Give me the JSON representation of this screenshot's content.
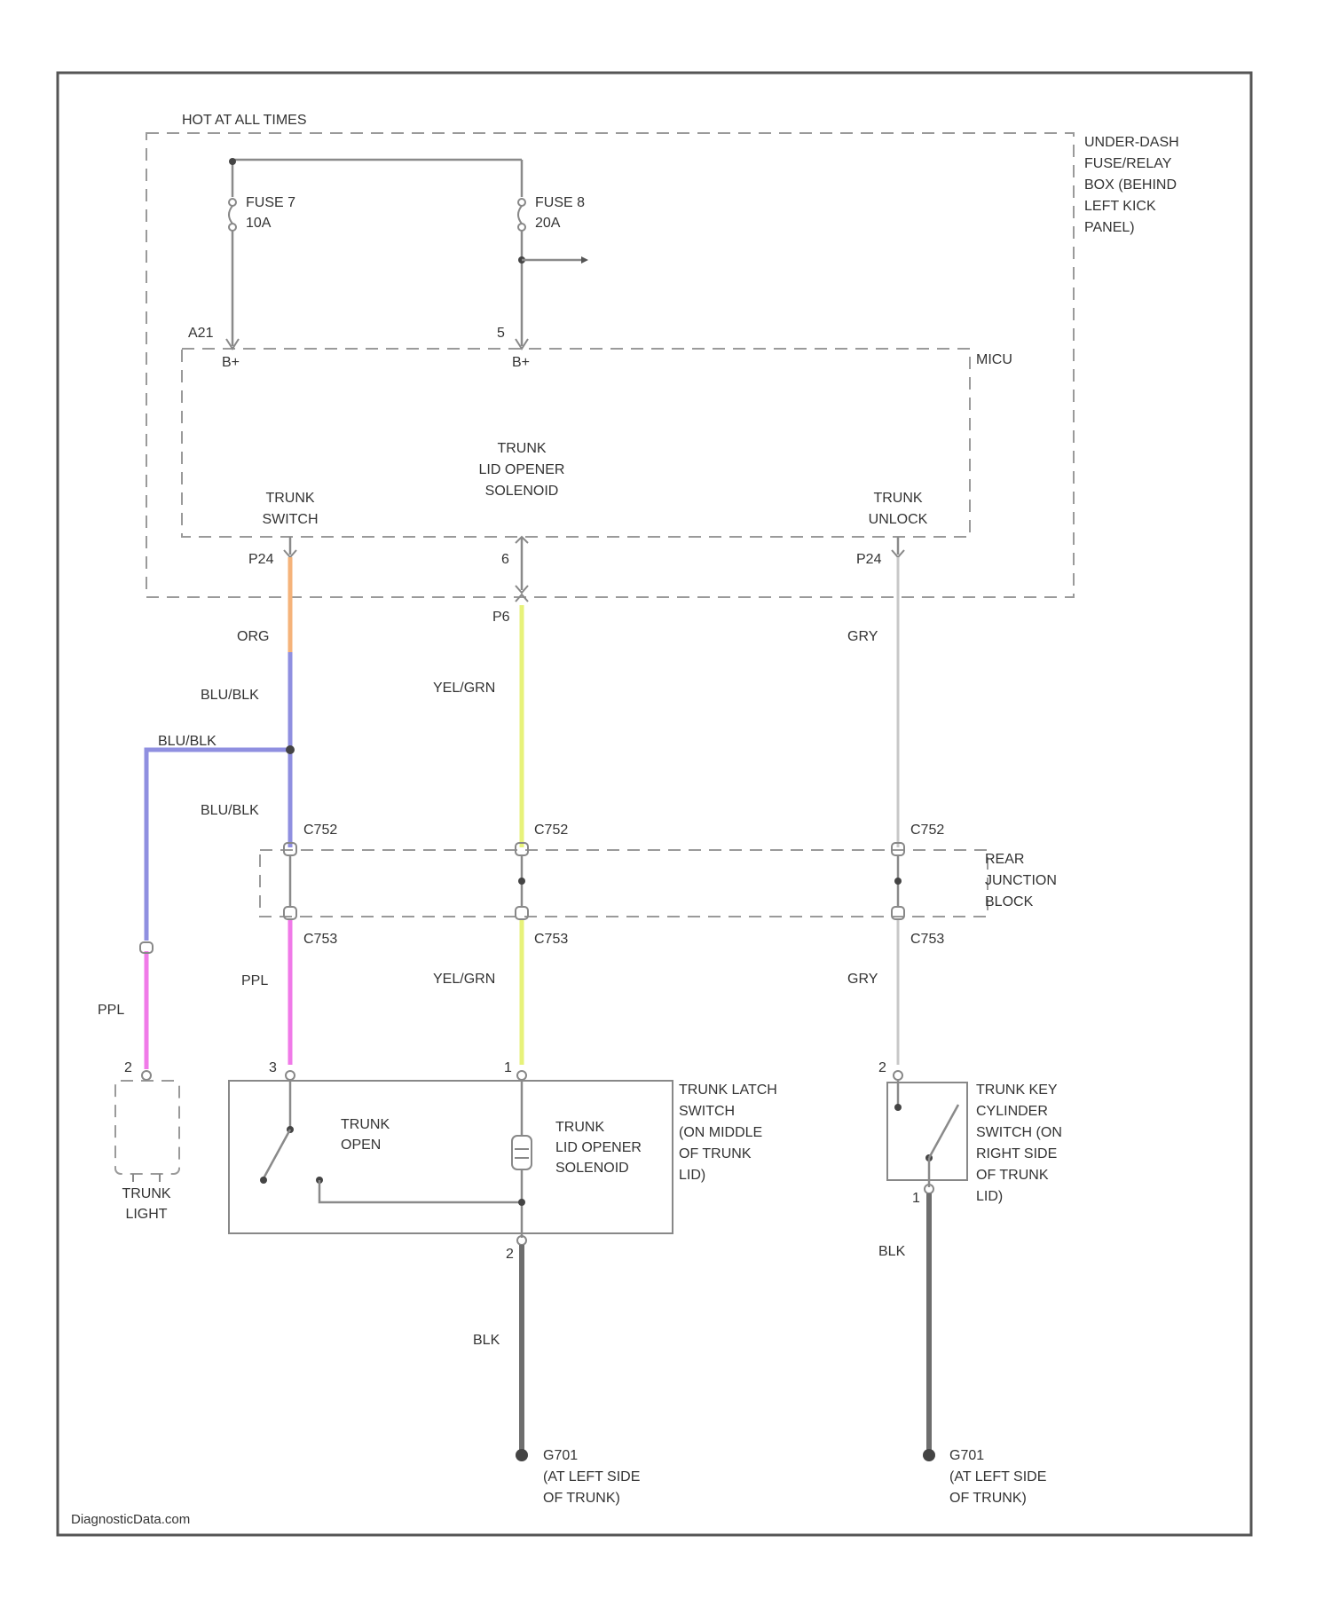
{
  "labels": {
    "hot_at_all_times": "HOT AT ALL TIMES",
    "fuse_box": [
      "UNDER-DASH",
      "FUSE/RELAY",
      "BOX (BEHIND",
      "LEFT KICK",
      "PANEL)"
    ],
    "fuse7_name": "FUSE 7",
    "fuse7_rating": "10A",
    "fuse8_name": "FUSE 8",
    "fuse8_rating": "20A",
    "pin_a21": "A21",
    "pin_5": "5",
    "bplus_left": "B+",
    "bplus_right": "B+",
    "micu": "MICU",
    "solenoid_control": [
      "TRUNK",
      "LID OPENER",
      "SOLENOID"
    ],
    "trunk_switch": [
      "TRUNK",
      "SWITCH"
    ],
    "trunk_unlock": [
      "TRUNK",
      "UNLOCK"
    ],
    "pin_p24_left": "P24",
    "pin_6": "6",
    "pin_p24_right": "P24",
    "pin_p6": "P6",
    "wire_org": "ORG",
    "wire_blu_blk_1": "BLU/BLK",
    "wire_blu_blk_2": "BLU/BLK",
    "wire_blu_blk_3": "BLU/BLK",
    "wire_yel_grn_1": "YEL/GRN",
    "wire_gry_1": "GRY",
    "c752_a": "C752",
    "c752_b": "C752",
    "c752_c": "C752",
    "c753_a": "C753",
    "c753_b": "C753",
    "c753_c": "C753",
    "rear_junction": [
      "REAR",
      "JUNCTION",
      "BLOCK"
    ],
    "wire_ppl_1": "PPL",
    "wire_ppl_2": "PPL",
    "wire_yel_grn_2": "YEL/GRN",
    "wire_gry_2": "GRY",
    "pin_trunk_light": "2",
    "pin_latch_3": "3",
    "pin_latch_1": "1",
    "pin_key_2": "2",
    "trunk_light": [
      "TRUNK",
      "LIGHT"
    ],
    "trunk_open": [
      "TRUNK",
      "OPEN"
    ],
    "latch_solenoid": [
      "TRUNK",
      "LID OPENER",
      "SOLENOID"
    ],
    "latch_switch": [
      "TRUNK LATCH",
      "SWITCH",
      "(ON MIDDLE",
      "OF TRUNK",
      "LID)"
    ],
    "key_switch": [
      "TRUNK KEY",
      "CYLINDER",
      "SWITCH (ON",
      "RIGHT SIDE",
      "OF TRUNK",
      "LID)"
    ],
    "pin_latch_gnd": "2",
    "pin_key_gnd": "1",
    "wire_blk_1": "BLK",
    "wire_blk_2": "BLK",
    "ground_1": [
      "G701",
      "(AT LEFT SIDE",
      "OF TRUNK)"
    ],
    "ground_2": [
      "G701",
      "(AT LEFT SIDE",
      "OF TRUNK)"
    ],
    "watermark": "DiagnosticData.com"
  },
  "wire_colors": {
    "org": "#f5b37a",
    "blu_blk": "#8f8fe0",
    "yel_grn": "#e7f27a",
    "gry": "#c8c8c8",
    "ppl": "#f07ae8",
    "blk": "#6e6e6e"
  }
}
